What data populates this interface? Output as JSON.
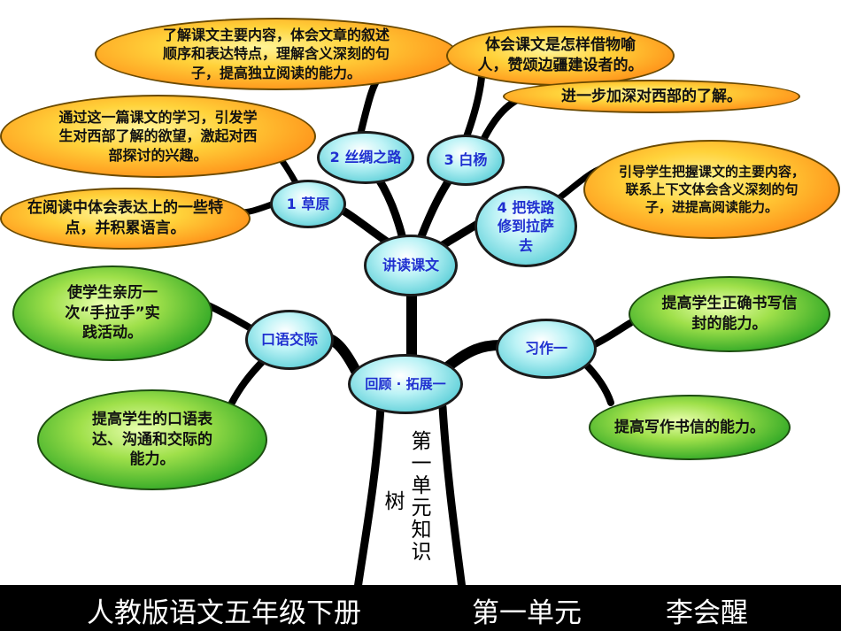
{
  "center": {
    "main": "讲读课文",
    "review": "回顾 · 拓展一"
  },
  "lessons": {
    "l1": "1 草原",
    "l2": "2 丝绸之路",
    "l3": "3 白杨",
    "l4": "4 把铁路修到拉萨去"
  },
  "branches": {
    "oral": "口语交际",
    "writing": "习作一"
  },
  "notes": {
    "top_center": "了解课文主要内容，体会文章的叙述顺序和表达特点，理解含义深刻的句子，提高独立阅读的能力。",
    "top_right": "体会课文是怎样借物喻人，赞颂边疆建设者的。",
    "top_right2": "进一步加深对西部的了解。",
    "left1": "通过这一篇课文的学习，引发学生对西部了解的欲望，激起对西部探讨的兴趣。",
    "left2": "在阅读中体会表达上的一些特点，并积累语言。",
    "right_lesson4": "引导学生把握课文的主要内容，联系上下文体会含义深刻的句子，进提高阅读能力。",
    "oral1": "使学生亲历一次“手拉手”实践活动。",
    "oral2": "提高学生的口语表达、沟通和交际的能力。",
    "write1": "提高学生正确书写信封的能力。",
    "write2": "提高写作书信的能力。"
  },
  "trunk_title": {
    "col1": "第一单元知识",
    "col2": "树"
  },
  "footer": {
    "book": "人教版语文五年级下册",
    "unit": "第一单元",
    "author": "李会醒"
  },
  "colors": {
    "orange": "#ff9a1e",
    "green": "#3cae2a",
    "cyan": "#5ccfd8",
    "footer_bg": "#000000",
    "label_blue": "#1f2fd0"
  }
}
